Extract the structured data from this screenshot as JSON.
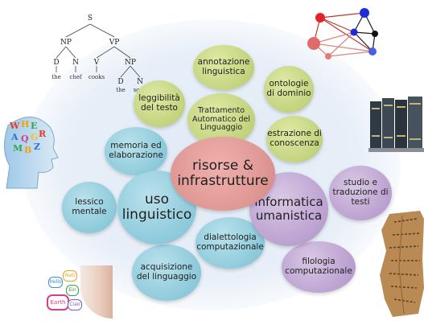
{
  "center": {
    "title": "risorse &\ninfrastrutture"
  },
  "main_hubs": [
    {
      "label": "uso\nlinguistico"
    },
    {
      "label": "informatica\numanistica"
    }
  ],
  "topics": [
    {
      "label": "annotazione\nlinguistica"
    },
    {
      "label": "ontologie\ndi dominio"
    },
    {
      "label": "leggibilità\ndel testo"
    },
    {
      "label": "Trattamento\nAutomatico del\nLinguaggio"
    },
    {
      "label": "estrazione di\nconoscenza"
    },
    {
      "label": "memoria ed\nelaborazione"
    },
    {
      "label": "studio e\ntraduzione di\ntesti"
    },
    {
      "label": "lessico\nmentale"
    },
    {
      "label": "dialettologia\ncomputazionale"
    },
    {
      "label": "filologia\ncomputazionale"
    },
    {
      "label": "acquisizione\ndel linguaggio"
    }
  ],
  "parse_tree": {
    "root": "S",
    "np": "NP",
    "vp": "VP",
    "d1": "D",
    "n1": "N",
    "v": "V",
    "np2": "NP",
    "d2": "D",
    "n2": "N",
    "words": [
      "the",
      "chef",
      "cooks",
      "the",
      "soup"
    ]
  },
  "speech_bubbles": [
    "Hello",
    "Nati",
    "Ein",
    "Earth",
    "Ciao"
  ],
  "colors": {
    "green": "#c6d683",
    "blue": "#93cddd",
    "purple": "#bfa6d3",
    "red": "#e09a96"
  }
}
